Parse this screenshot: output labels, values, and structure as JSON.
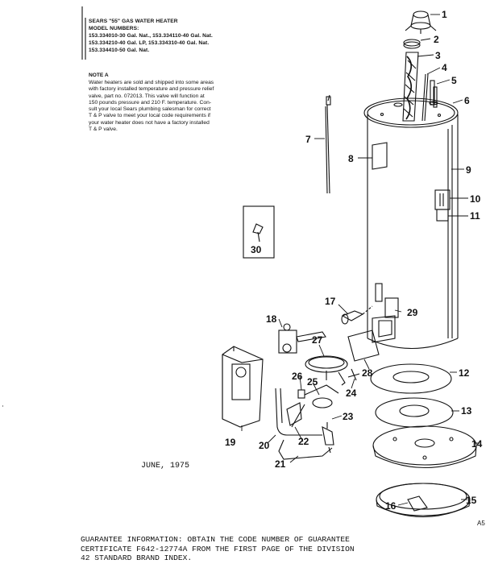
{
  "header": {
    "lines": [
      "SEARS \"55\" GAS WATER HEATER",
      "MODEL NUMBERS:",
      "153.334010-30 Gal. Nat., 153.334110-40 Gal. Nat.",
      "153.334210-40 Gal. LP, 153.334310-40 Gal. Nat.",
      "153.334410-50 Gal. Nat."
    ]
  },
  "note": {
    "title": "NOTE A",
    "lines": [
      "Water heaters are sold and shipped into some areas",
      "with factory installed temperature and pressure relief",
      "valve, part no. 072013.  This valve will function at",
      "150 pounds pressure and 210  F. temperature.   Con-",
      "sult your local Sears plumbing salesman for correct",
      "T & P valve to meet your local code requirements if",
      "your water  heater does not have a factory  installed",
      "T & P valve."
    ]
  },
  "date": "JUNE, 1975",
  "guarantee": {
    "lines": [
      "GUARANTEE INFORMATION:  OBTAIN THE CODE NUMBER OF GUARANTEE",
      "CERTIFICATE F642-12774A FROM THE FIRST PAGE OF THE DIVISION",
      "42 STANDARD BRAND INDEX."
    ]
  },
  "corner_mark": "A5",
  "parts": [
    "1",
    "2",
    "3",
    "4",
    "5",
    "6",
    "7",
    "8",
    "9",
    "10",
    "11",
    "12",
    "13",
    "14",
    "15",
    "16",
    "17",
    "18",
    "19",
    "20",
    "21",
    "22",
    "23",
    "24",
    "25",
    "26",
    "27",
    "28",
    "29",
    "30"
  ]
}
